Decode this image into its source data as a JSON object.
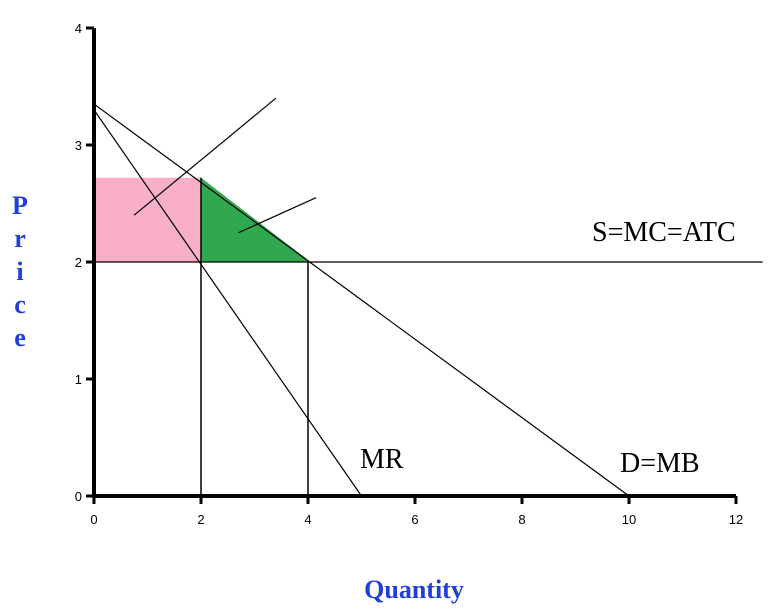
{
  "chart_data": {
    "type": "line",
    "title": "",
    "xlabel": "Quantity",
    "ylabel": "Price",
    "xlim": [
      0,
      12
    ],
    "ylim": [
      0,
      4
    ],
    "x_ticks": [
      "0",
      "2",
      "4",
      "6",
      "8",
      "10",
      "12"
    ],
    "y_ticks": [
      "0",
      "1",
      "2",
      "3",
      "4"
    ],
    "series": [
      {
        "name": "D=MB",
        "points": [
          [
            0,
            3.35
          ],
          [
            10,
            0
          ]
        ]
      },
      {
        "name": "MR",
        "points": [
          [
            0,
            3.3
          ],
          [
            5,
            0
          ]
        ]
      },
      {
        "name": "S=MC=ATC",
        "points": [
          [
            0,
            2
          ],
          [
            12.5,
            2
          ]
        ]
      }
    ],
    "vertical_guides": [
      {
        "x": 2,
        "y_top": 2.72
      },
      {
        "x": 4,
        "y_top": 2.0
      }
    ],
    "regions": [
      {
        "shape": "rectangle",
        "color": "#f9afc6",
        "x": [
          0,
          2
        ],
        "y": [
          2,
          2.72
        ]
      },
      {
        "shape": "triangle",
        "color": "#2fa84f",
        "points": [
          [
            2,
            2.72
          ],
          [
            2,
            2
          ],
          [
            4.05,
            2
          ]
        ]
      }
    ],
    "pointer_lines": [
      [
        [
          0.75,
          2.4
        ],
        [
          3.4,
          3.4
        ]
      ],
      [
        [
          2.7,
          2.25
        ],
        [
          4.15,
          2.55
        ]
      ]
    ]
  },
  "colors": {
    "axis_title": "#1f3fd6",
    "pink_region": "#f9afc6",
    "green_region": "#2fa84f"
  }
}
